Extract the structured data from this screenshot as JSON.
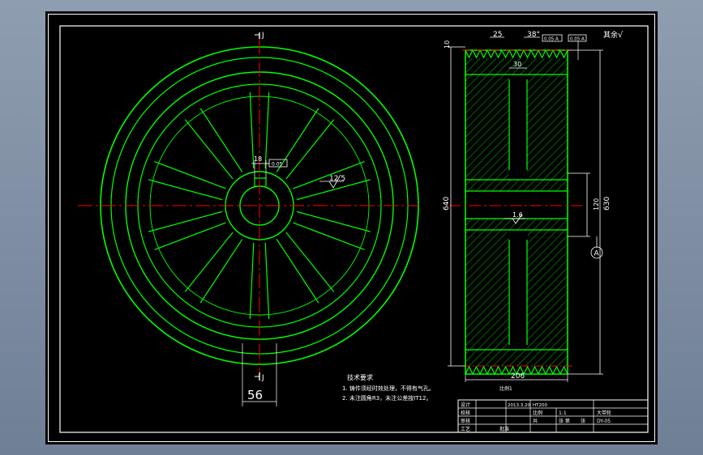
{
  "colors": {
    "background": "#000000",
    "frame": "#ffffff",
    "outline": "#00ff00",
    "centerline": "#ff0000",
    "dimension": "#ffffff",
    "hatch": "#00ff00",
    "outer_background": "#7f8fa4"
  },
  "front_view": {
    "section_mark_top": "J",
    "section_mark_bottom": "J",
    "rim_dimension": "56",
    "keyway_dimension": "18",
    "keyway_tolerance": "0.05",
    "roughness_value": "12.5"
  },
  "side_view": {
    "tooth_pitch": "25",
    "tooth_angle": "38°",
    "corner_value": "10",
    "web_thickness": "30",
    "hub_roughness": "1.6",
    "outer_diameter": "640",
    "rim_inner_diameter": "630",
    "hub_diameter": "120",
    "face_width": "206",
    "datum_label": "A",
    "tolerance_frame_1": "0.05 A",
    "tolerance_frame_2": "0.05 A",
    "roughness_corner": "其余",
    "roughness_corner_symbol": "√",
    "scale_note": "比例1"
  },
  "tech_notes": {
    "heading": "技术要求",
    "line1": "1. 铸件须经时效处理，不得有气孔。",
    "line2": "2. 未注圆角R3，未注公差按IT12。"
  },
  "title_block": {
    "cell_r1_c1": "设计",
    "cell_r2_c1": "校核",
    "cell_r3_c1": "审核",
    "cell_r4_c1": "工艺",
    "cell_r4_c2": "批准",
    "cell_r1_c2": "2013.3.20",
    "cell_r1_c3": "HT200",
    "cell_r2_c3": "比例",
    "cell_r2_c4": "1:1",
    "cell_r2_c5": "大带轮",
    "cell_r3_c3": "共",
    "cell_r3_c4": "张 第",
    "cell_r3_c5": "张",
    "cell_r3_c6": "DY-05"
  }
}
